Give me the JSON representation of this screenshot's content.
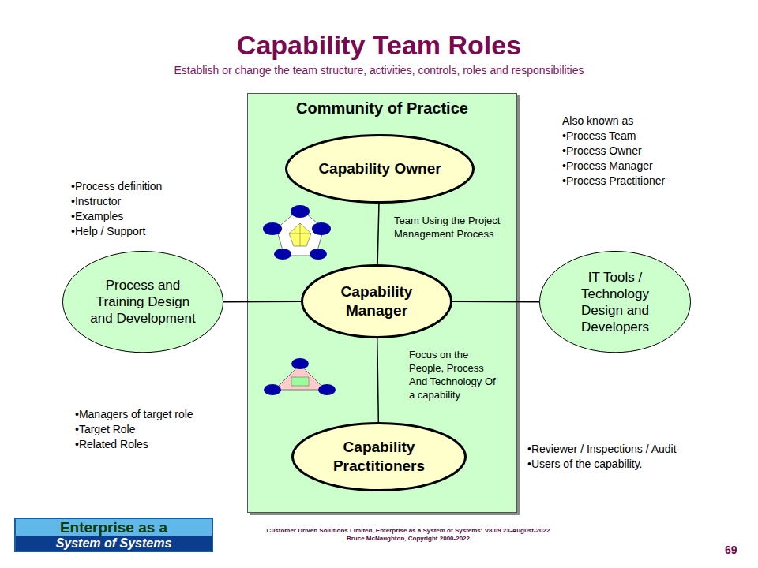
{
  "diagram": {
    "title": "Capability Team Roles",
    "nodes": [
      {
        "text": [
          "Community of Practice"
        ]
      },
      {
        "text": [
          "Capability Owner"
        ],
        "in": 0
      },
      {
        "text": [
          "Capability Manager"
        ],
        "in": 0
      },
      {
        "text": [
          "Capability Practitioners"
        ],
        "in": 0
      },
      {
        "text": [
          "Process and Training Design and Development"
        ]
      },
      {
        "text": [
          "IT Tools / Technology Design and Developers"
        ]
      },
      {
        "text": [
          "Enterprise as a",
          "System of Systems"
        ]
      }
    ],
    "edges": [
      {
        "from": 1,
        "to": 2,
        "arrow": "none",
        "label": "Team Using the Project Management Process"
      },
      {
        "from": 2,
        "to": 3,
        "arrow": "none",
        "label": "Focus on the People, Process And Technology Of a capability"
      },
      {
        "from": 4,
        "to": 2,
        "arrow": "none"
      },
      {
        "from": 2,
        "to": 5,
        "arrow": "none"
      }
    ],
    "labels": [
      "Establish or change the team structure, activities, controls, roles and responsibilities",
      "•Process definition",
      "•Instructor",
      "•Examples",
      "•Help / Support",
      "Also known as",
      "•Process Team",
      "•Process Owner",
      "•Process Manager",
      "•Process Practitioner",
      "•Managers of target role",
      "•Target Role",
      "•Related Roles",
      "•Reviewer / Inspections / Audit",
      "•Users of the capability.",
      "Customer Driven Solutions Limited,  Enterprise as a System of Systems:  V8.09  23-August-2022",
      "Bruce McNaughton, Copyright 2000-2022",
      "69"
    ]
  }
}
